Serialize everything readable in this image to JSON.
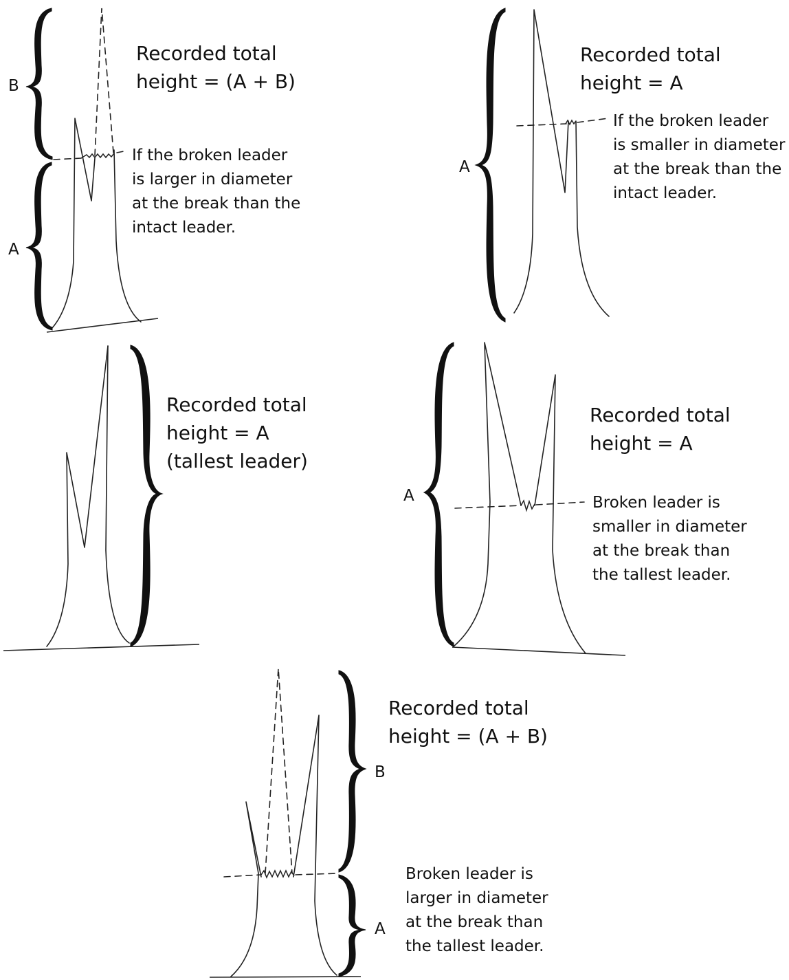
{
  "panels": [
    {
      "id": "top-left",
      "caption": [
        "Recorded total",
        "height = (A + B)"
      ],
      "note": [
        "If the broken leader",
        "is larger in diameter",
        "at the break than the",
        "intact leader."
      ],
      "brace_labels": [
        "B",
        "A"
      ]
    },
    {
      "id": "top-right",
      "caption": [
        "Recorded total",
        "height = A"
      ],
      "note": [
        "If the broken leader",
        "is smaller in diameter",
        "at the break than the",
        "intact leader."
      ],
      "brace_labels": [
        "A"
      ]
    },
    {
      "id": "middle-left",
      "caption": [
        "Recorded total",
        "height = A",
        "(tallest leader)"
      ],
      "note": [],
      "brace_labels": []
    },
    {
      "id": "middle-right",
      "caption": [
        "Recorded total",
        "height = A"
      ],
      "note": [
        "Broken leader is",
        "smaller in diameter",
        "at the break than",
        "the tallest leader."
      ],
      "brace_labels": [
        "A"
      ]
    },
    {
      "id": "bottom",
      "caption": [
        "Recorded total",
        "height = (A + B)"
      ],
      "note": [
        "Broken leader is",
        "larger in diameter",
        "at the break than",
        "the tallest leader."
      ],
      "brace_labels": [
        "B",
        "A"
      ]
    }
  ]
}
